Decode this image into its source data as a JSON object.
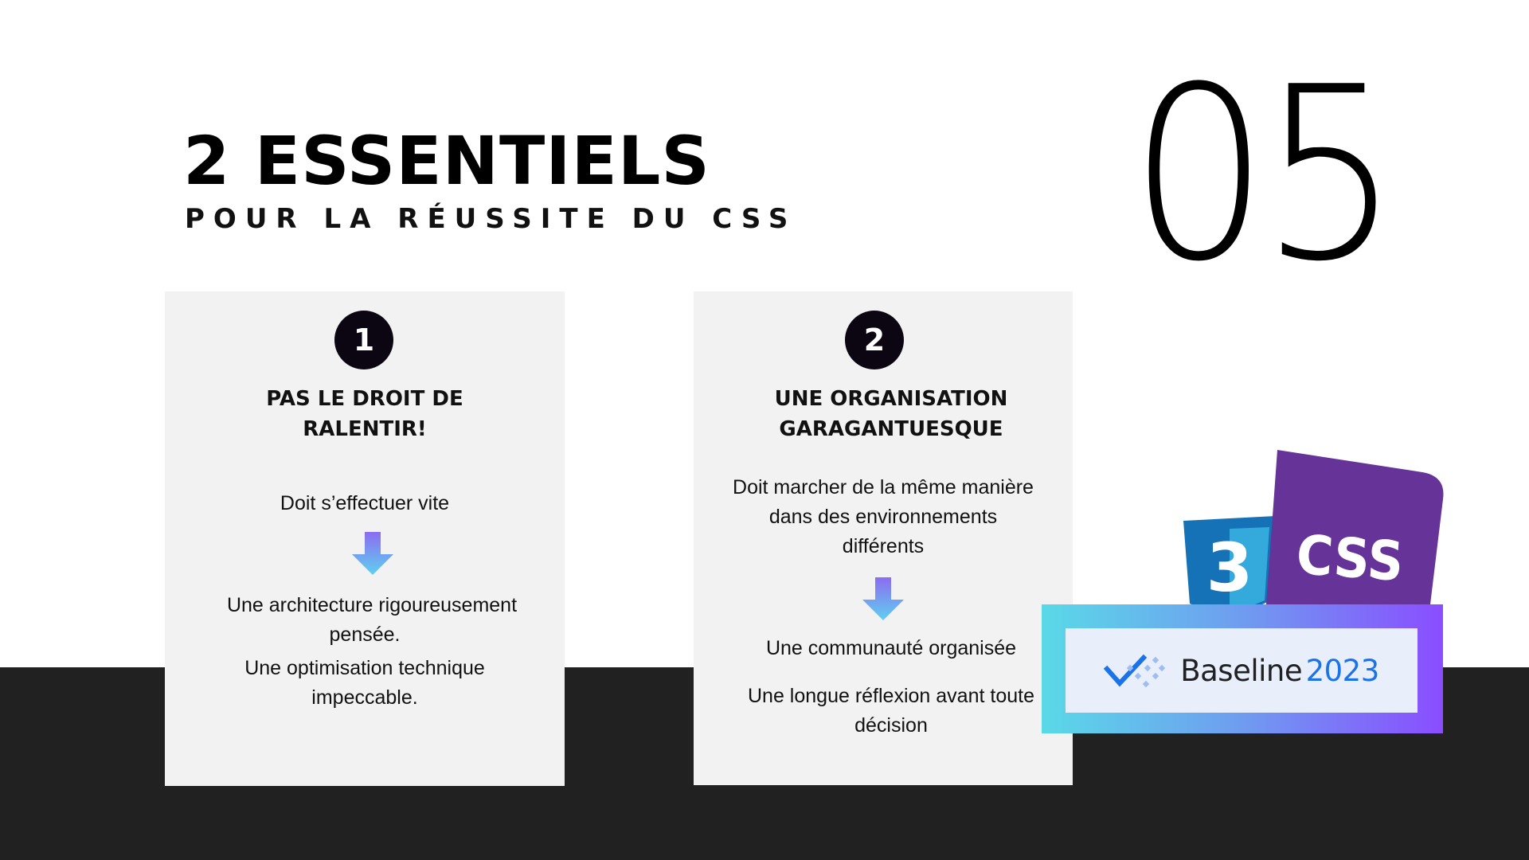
{
  "header": {
    "title": "2 ESSENTIELS",
    "subtitle": "POUR LA RÉUSSITE DU CSS",
    "number": "05"
  },
  "cards": [
    {
      "badge": "1",
      "title_line1": "PAS LE DROIT DE",
      "title_line2": "RALENTIR!",
      "lead": "Doit s’effectuer vite",
      "arrow_icon": "arrow-down-icon",
      "point1_line1": "Une architecture rigoureusement",
      "point1_line2": "pensée.",
      "point2_line1": "Une optimisation technique",
      "point2_line2": "impeccable."
    },
    {
      "badge": "2",
      "title_line1": "UNE ORGANISATION",
      "title_line2": "GARAGANTUESQUE",
      "lead_line1": "Doit marcher de la même manière",
      "lead_line2": "dans des environnements",
      "lead_line3": "différents",
      "arrow_icon": "arrow-down-icon",
      "point1": "Une communauté organisée",
      "point2_line1": "Une longue réflexion avant toute",
      "point2_line2": "décision"
    }
  ],
  "logos": {
    "css3_text": "3",
    "css_purple_text": "CSS",
    "baseline_label": "Baseline",
    "baseline_year": "2023"
  },
  "colors": {
    "background": "#ffffff",
    "band": "#212121",
    "card": "#f2f2f2",
    "badge": "#0c0512",
    "arrow_top": "#8c6cf0",
    "arrow_bottom": "#5fd0f0",
    "baseline_blue": "#1a73e8",
    "css_purple": "#663399",
    "css3_blue": "#1572b6"
  }
}
